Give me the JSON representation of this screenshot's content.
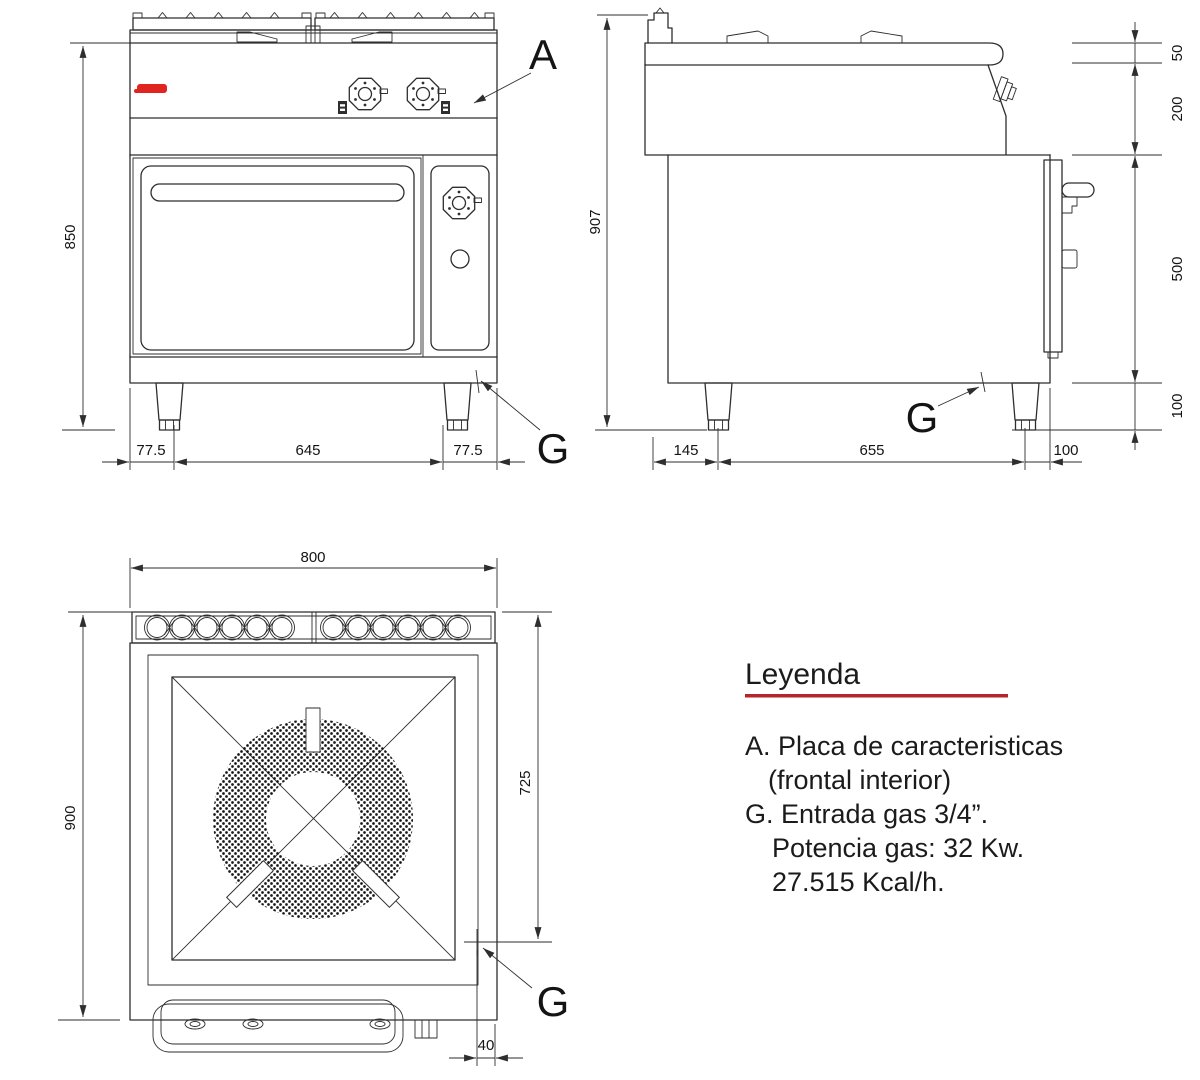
{
  "colors": {
    "background": "#ffffff",
    "line": "#2e2e2e",
    "text": "#141414",
    "red_logo": "#e02420",
    "red_underline": "#b2262c"
  },
  "callouts": {
    "a": "A",
    "g": "G"
  },
  "front_view": {
    "dim_height": "850",
    "dim_left": "77.5",
    "dim_center": "645",
    "dim_right": "77.5"
  },
  "side_view": {
    "dim_height": "907",
    "dim_top": "50",
    "dim_panel": "200",
    "dim_body": "500",
    "dim_feet": "100",
    "dim_back": "145",
    "dim_span": "655",
    "dim_front": "100"
  },
  "top_view": {
    "dim_width": "800",
    "dim_depth": "900",
    "dim_gas_y": "725",
    "dim_gas_x": "40"
  },
  "legend": {
    "title": "Leyenda",
    "item_a_line1": "A. Placa de caracteristicas",
    "item_a_line2": "(frontal interior)",
    "item_g_line1": "G. Entrada gas 3/4”.",
    "item_g_line2": "Potencia gas: 32 Kw.",
    "item_g_line3": "27.515 Kcal/h."
  }
}
